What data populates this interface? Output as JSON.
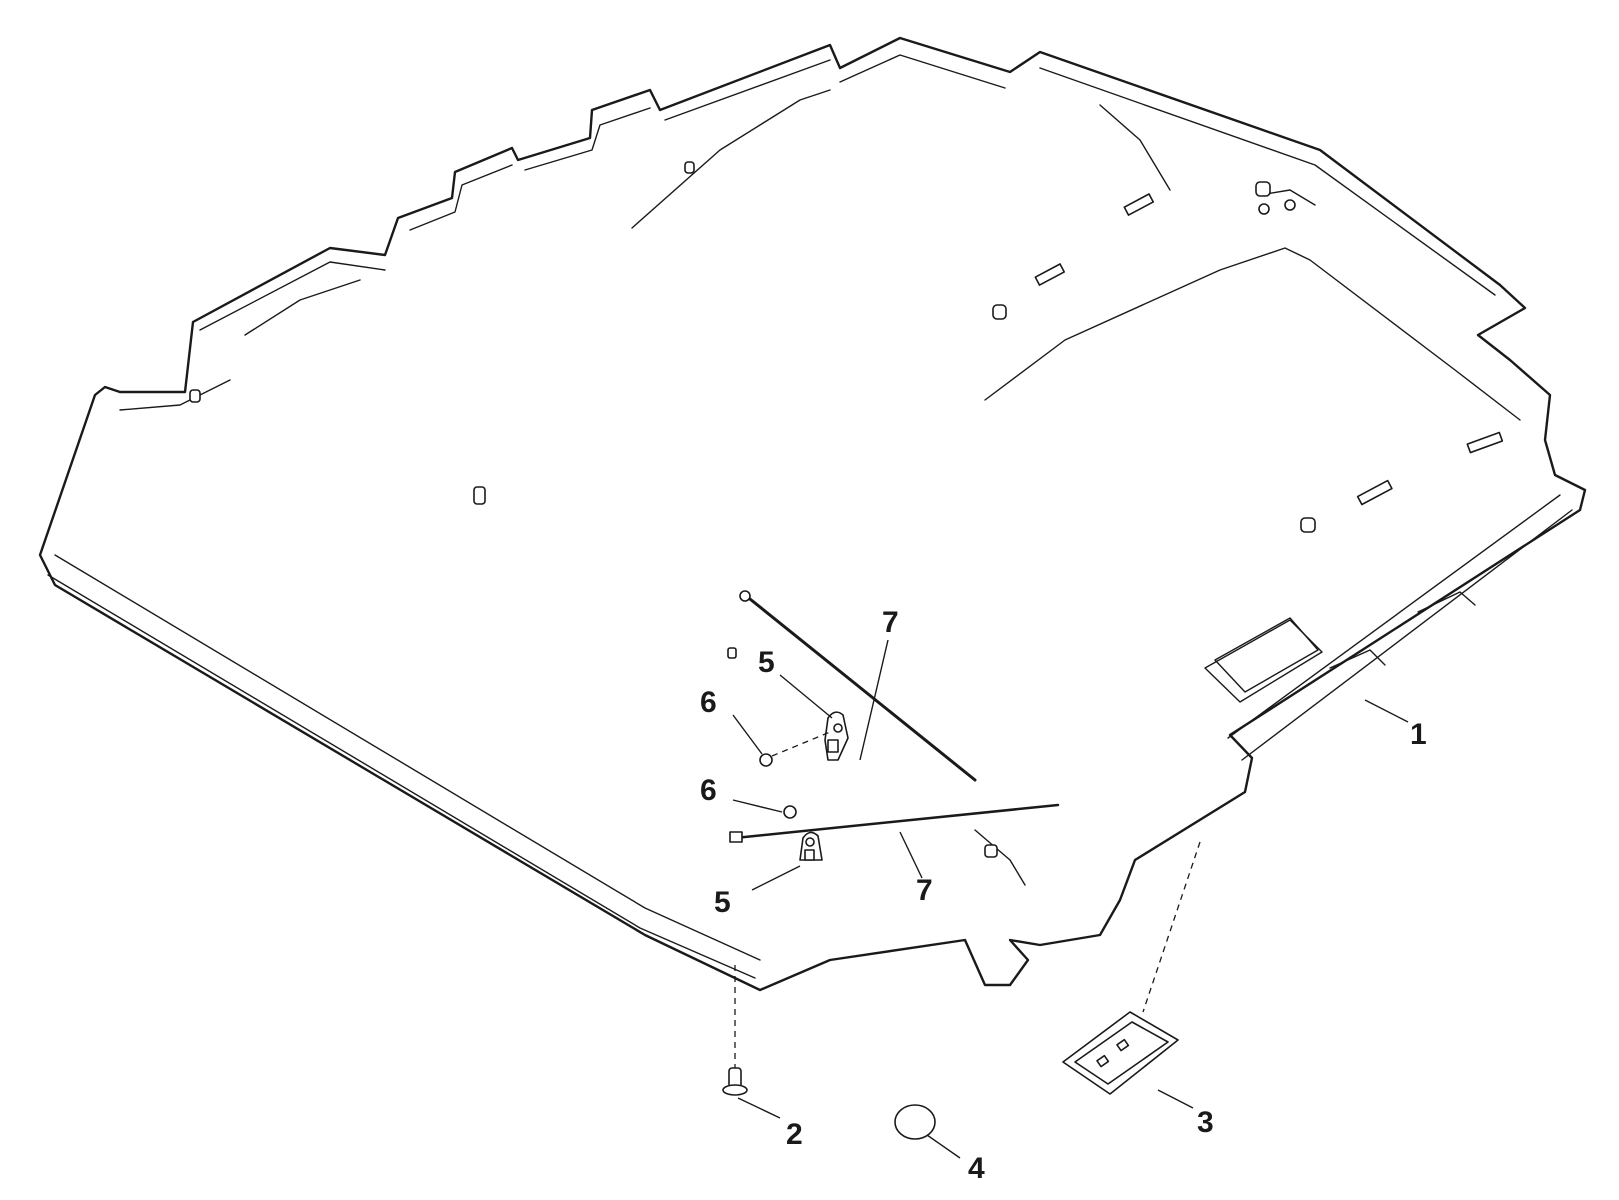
{
  "diagram": {
    "callouts": [
      {
        "id": "1",
        "label": "1"
      },
      {
        "id": "2",
        "label": "2"
      },
      {
        "id": "3",
        "label": "3"
      },
      {
        "id": "4",
        "label": "4"
      },
      {
        "id": "5a",
        "label": "5"
      },
      {
        "id": "5b",
        "label": "5"
      },
      {
        "id": "6a",
        "label": "6"
      },
      {
        "id": "6b",
        "label": "6"
      },
      {
        "id": "7a",
        "label": "7"
      },
      {
        "id": "7b",
        "label": "7"
      }
    ]
  }
}
